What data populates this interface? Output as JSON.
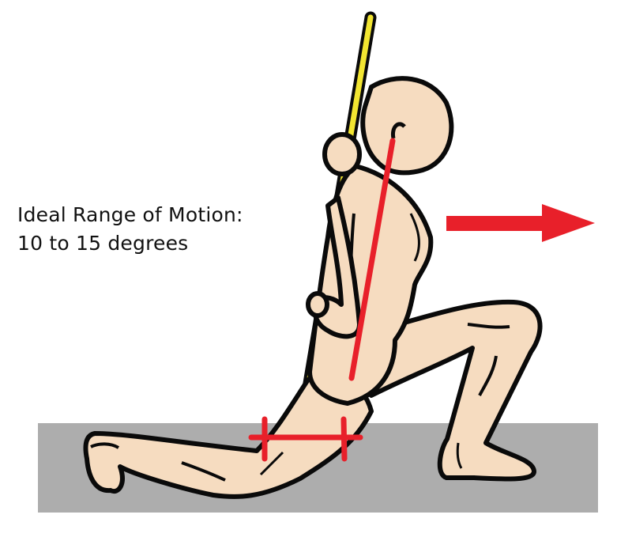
{
  "annotation": {
    "line1": "Ideal Range of Motion:",
    "line2": "10 to 15 degrees"
  },
  "colors": {
    "skin": "#f6dcc0",
    "outline": "#0a0a0a",
    "stick": "#f2e531",
    "marker": "#e8202a",
    "ground": "#adadad",
    "background": "#ffffff"
  },
  "figure": {
    "pose": "half-kneeling hip flexor stretch with dowel",
    "direction_arrow": "right"
  }
}
